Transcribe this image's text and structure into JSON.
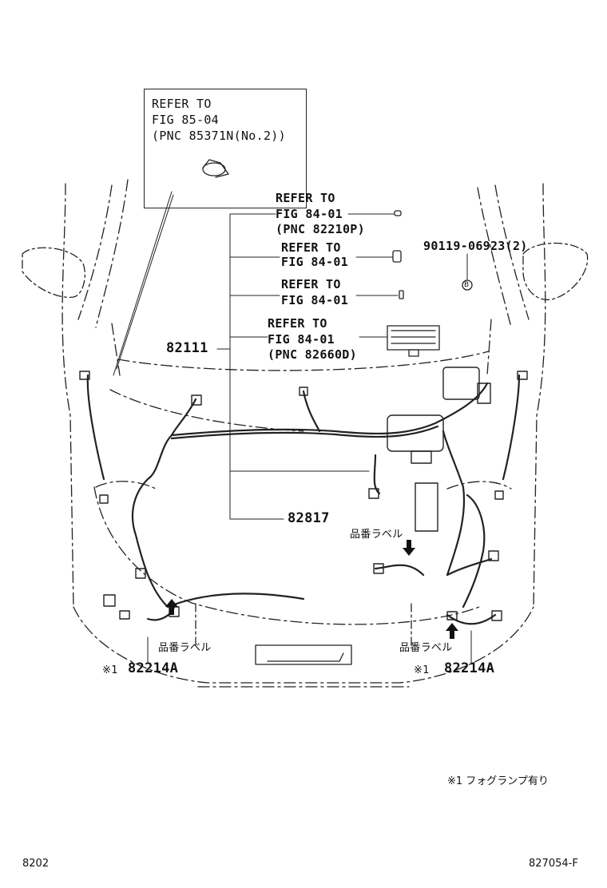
{
  "refer_box": {
    "line1": "REFER TO",
    "line2": "FIG 85-04",
    "line3": "(PNC 85371N(No.2))"
  },
  "callouts": [
    {
      "line1": "REFER TO",
      "line2": "FIG 84-01",
      "line3": "(PNC 82210P)"
    },
    {
      "line1": "REFER TO",
      "line2": "FIG 84-01"
    },
    {
      "line1": "REFER TO",
      "line2": "FIG 84-01"
    },
    {
      "line1": "REFER TO",
      "line2": "FIG 84-01",
      "line3": "(PNC 82660D)"
    }
  ],
  "bolt_part": "90119-06923(2)",
  "bolt_marker": "B",
  "part_82111": "82111",
  "part_82817": "82817",
  "label_jp": "品番ラベル",
  "left_part": {
    "mark": "※1",
    "number": "82214A"
  },
  "right_part": {
    "mark": "※1",
    "number": "82214A"
  },
  "footnote": "※1 フォグランプ有り",
  "page_left": "8202",
  "page_right": "827054-F"
}
